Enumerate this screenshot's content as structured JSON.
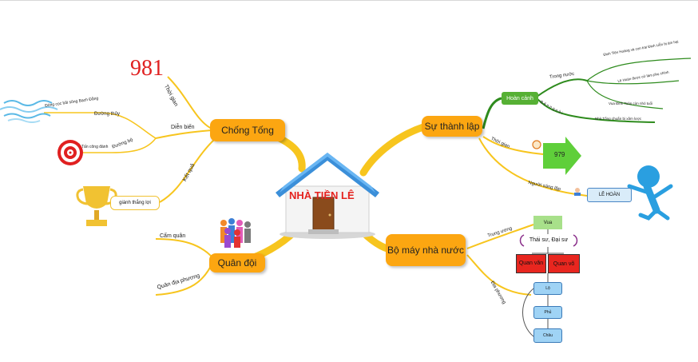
{
  "center": {
    "title": "NHÀ TIỀN LÊ"
  },
  "branches": {
    "chong_tong": "Chống Tống",
    "su_thanh_lap": "Sự thành lập",
    "quan_doi": "Quân đội",
    "bo_may": "Bộ máy nhà nước"
  },
  "chong_tong": {
    "thoi_gian": "Thời gian",
    "year_image": "981",
    "dien_bien": "Diễn biến",
    "duong_thuy": "Đường thủy",
    "duong_thuy_detail": "Đóng cọc bãi sông Bạch Đằng",
    "duong_bo": "Đường bộ",
    "duong_bo_detail": "Tấn công đánh",
    "ket_qua": "Kết quả",
    "ket_qua_detail": "giành thắng lợi"
  },
  "su_thanh_lap": {
    "hoan_canh": "Hoàn cảnh",
    "trong_nuoc": "Trong nước",
    "ben_ngoai": "B ê n  n g o à i",
    "item1": "Đinh Tiên Hoàng và con trai Đinh Liễn bị ám hại",
    "item2": "Lê Hoàn được cử làm phụ chính",
    "item3": "Vua Đinh Toàn còn nhỏ tuổi",
    "item4": "Nhà Tống chuẩn bị xâm lược",
    "thoi_gian": "Thời gian",
    "year": "979",
    "nguoi_sang_lap": "Người sáng lập",
    "founder": "LÊ HOÀN"
  },
  "quan_doi": {
    "cam_quan": "Cấm quân",
    "quan_dia_phuong": "Quân địa phương"
  },
  "bo_may": {
    "trung_uong": "Trung ương",
    "vua": "Vua",
    "thai_su": "Thái sư, Đại sư",
    "quan_van": "Quan văn",
    "quan_vo": "Quan võ",
    "dia_phuong": "Địa phương",
    "lo": "Lộ",
    "phu": "Phủ",
    "chau": "Châu"
  },
  "colors": {
    "branch": "#fca611",
    "link": "#f7c51e",
    "green": "#2e8b1d",
    "hoan_canh_fill": "#56b034",
    "arrow_fill": "#5fcf3a",
    "vua_fill": "#a8e08a",
    "quan_fill": "#e8261f",
    "blue_box": "#9fd3f5",
    "title_red": "#e5231f"
  }
}
